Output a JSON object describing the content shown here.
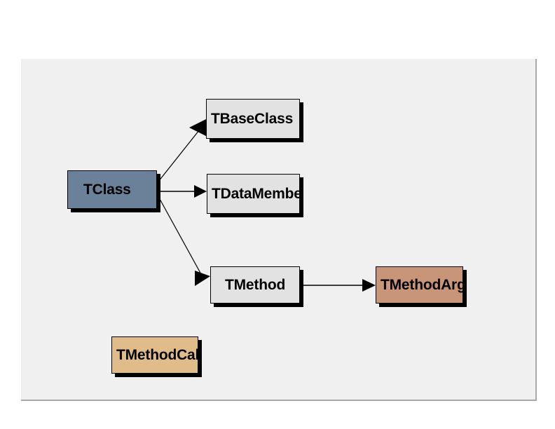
{
  "diagram": {
    "type": "class-relationship-diagram",
    "canvas": {
      "background_color": "#f0f0f0",
      "border_color": "#a8a8a8",
      "page_background": "#ffffff"
    },
    "nodes": [
      {
        "id": "tclass",
        "label": "TClass",
        "fill_color": "#6b8199",
        "text_color": "#000000",
        "clipped": false
      },
      {
        "id": "tbaseclass",
        "label": "TBaseClass",
        "fill_color": "#e2e2e2",
        "text_color": "#000000",
        "clipped": true
      },
      {
        "id": "tdatamember",
        "label": "TDataMember",
        "fill_color": "#e2e2e2",
        "text_color": "#000000",
        "clipped": true
      },
      {
        "id": "tmethod",
        "label": "TMethod",
        "fill_color": "#e2e2e2",
        "text_color": "#000000",
        "clipped": false
      },
      {
        "id": "tmethodarg",
        "label": "TMethodArg",
        "fill_color": "#c99579",
        "text_color": "#000000",
        "clipped": true
      },
      {
        "id": "tmethodcall",
        "label": "TMethodCall",
        "fill_color": "#e0bc8a",
        "text_color": "#000000",
        "clipped": true
      }
    ],
    "edges": [
      {
        "id": "tclass-to-tbaseclass",
        "from": "tclass",
        "to": "tbaseclass",
        "style": "solid-arrow",
        "color": "#000000"
      },
      {
        "id": "tclass-to-tdatamember",
        "from": "tclass",
        "to": "tdatamember",
        "style": "solid-arrow",
        "color": "#000000"
      },
      {
        "id": "tclass-to-tmethod",
        "from": "tclass",
        "to": "tmethod",
        "style": "solid-arrow",
        "color": "#000000"
      },
      {
        "id": "tmethod-to-tmethodarg",
        "from": "tmethod",
        "to": "tmethodarg",
        "style": "solid-arrow",
        "color": "#000000"
      }
    ]
  }
}
